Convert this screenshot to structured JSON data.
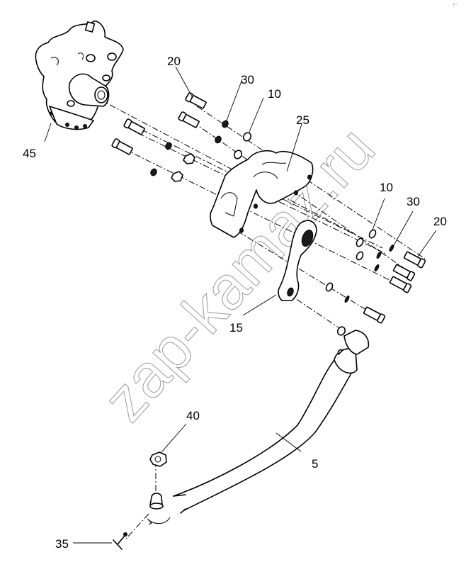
{
  "diagram": {
    "type": "exploded-parts-view",
    "subject": "steering gear with pitman arm and drag link",
    "watermark": "zap-kamaz.ru",
    "corner_mark": "r~",
    "callouts": [
      {
        "id": "callout-45",
        "label": "45",
        "part": "steering-gear-box"
      },
      {
        "id": "callout-20-top",
        "label": "20",
        "part": "bolt"
      },
      {
        "id": "callout-30-top",
        "label": "30",
        "part": "lock-washer"
      },
      {
        "id": "callout-10-top",
        "label": "10",
        "part": "sleeve-spacer"
      },
      {
        "id": "callout-25",
        "label": "25",
        "part": "mounting-bracket"
      },
      {
        "id": "callout-10-right",
        "label": "10",
        "part": "sleeve-spacer"
      },
      {
        "id": "callout-30-right",
        "label": "30",
        "part": "lock-washer"
      },
      {
        "id": "callout-20-right",
        "label": "20",
        "part": "bolt"
      },
      {
        "id": "callout-15",
        "label": "15",
        "part": "pitman-arm"
      },
      {
        "id": "callout-40",
        "label": "40",
        "part": "castle-nut"
      },
      {
        "id": "callout-5",
        "label": "5",
        "part": "drag-link"
      },
      {
        "id": "callout-35",
        "label": "35",
        "part": "cotter-pin"
      }
    ]
  }
}
